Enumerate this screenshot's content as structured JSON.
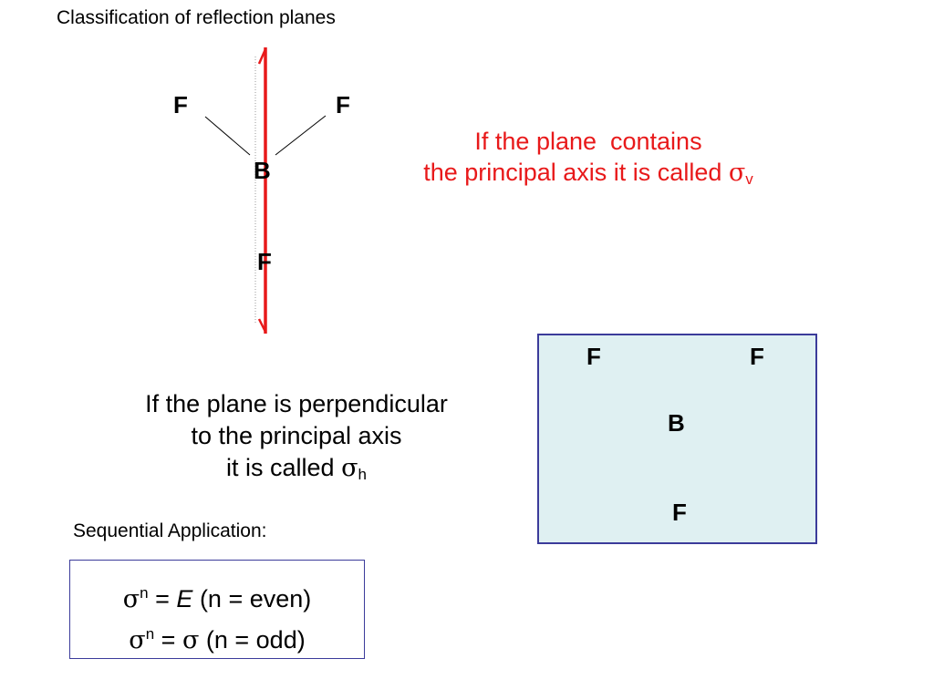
{
  "slide": {
    "title": "Classification of reflection planes",
    "vertical_plane": {
      "atoms": {
        "top_left": "F",
        "top_right": "F",
        "center": "B",
        "bottom": "F"
      },
      "caption_line1": "If the plane  contains",
      "caption_line2": "the principal axis it is called ",
      "symbol": "σ",
      "subscript": "v"
    },
    "horizontal_plane": {
      "atoms": {
        "top_left": "F",
        "top_right": "F",
        "center": "B",
        "bottom": "F"
      },
      "caption_line1": "If the plane is perpendicular",
      "caption_line2": "to the principal axis",
      "caption_line3": "it is called ",
      "symbol": "σ",
      "subscript": "h"
    },
    "sequential": {
      "label": "Sequential Application:",
      "line1": {
        "sigma": "σ",
        "exp": "n",
        "eq": " = ",
        "result": "E",
        "cond": " (n = even)"
      },
      "line2": {
        "sigma": "σ",
        "exp": "n",
        "eq": " = ",
        "result": "σ",
        "cond": " (n = odd)"
      }
    },
    "colors": {
      "plane_red": "#e8191a",
      "box_border": "#3b3b9a",
      "box_fill": "#dff0f2"
    }
  }
}
